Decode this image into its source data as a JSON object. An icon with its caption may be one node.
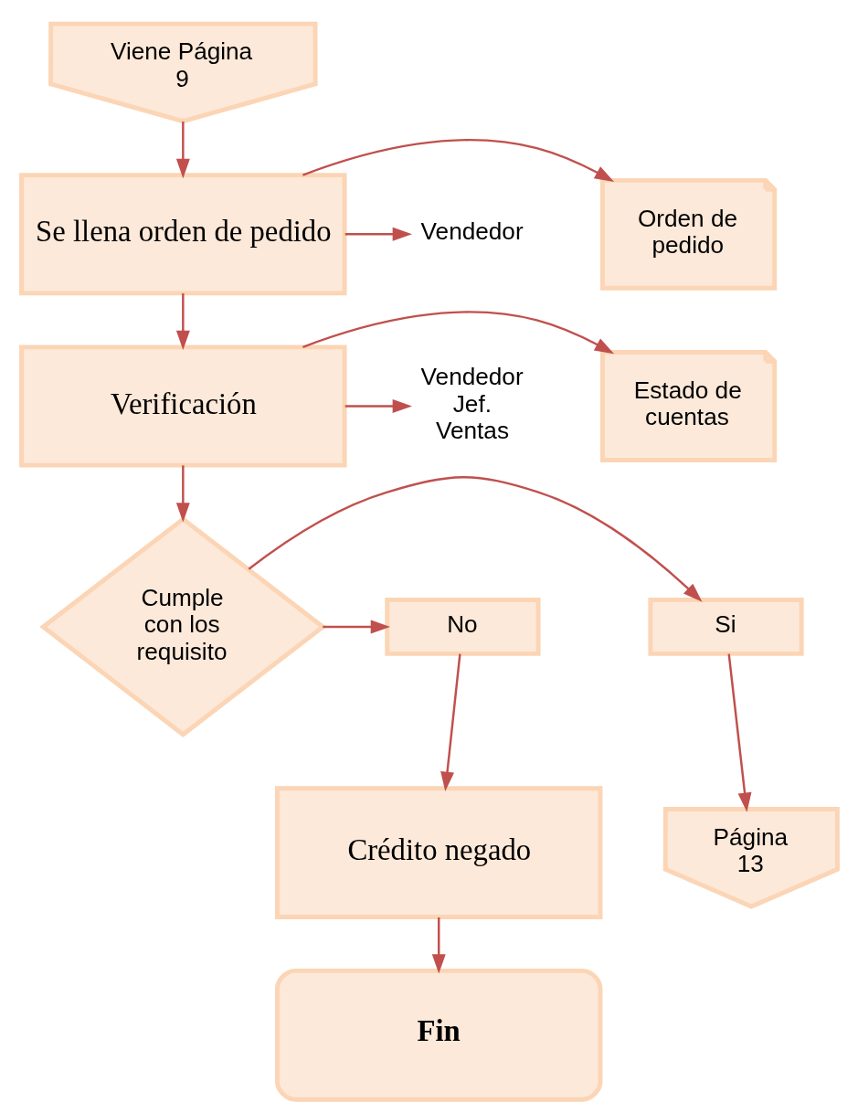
{
  "diagram": {
    "nodes": [
      {
        "text": [
          "Viene Página 9"
        ]
      },
      {
        "text": [
          "Se llena orden de pedido"
        ]
      },
      {
        "text": [
          "Vendedor"
        ]
      },
      {
        "text": [
          "Orden de pedido"
        ]
      },
      {
        "text": [
          "Verificación"
        ]
      },
      {
        "text": [
          "Vendedor Jef. Ventas"
        ]
      },
      {
        "text": [
          "Estado de cuentas"
        ]
      },
      {
        "text": [
          "Cumple con los requisito"
        ]
      },
      {
        "text": [
          "Si"
        ]
      },
      {
        "text": [
          "No"
        ]
      },
      {
        "text": [
          "Página 13"
        ]
      },
      {
        "text": [
          "Crédito negado"
        ]
      },
      {
        "text": [
          "Fin"
        ]
      }
    ],
    "edges": [
      {
        "from": 0,
        "to": 1,
        "arrow": "to"
      },
      {
        "from": 1,
        "to": 2,
        "arrow": "to"
      },
      {
        "from": 1,
        "to": 3,
        "arrow": "to"
      },
      {
        "from": 1,
        "to": 4,
        "arrow": "to"
      },
      {
        "from": 4,
        "to": 5,
        "arrow": "to"
      },
      {
        "from": 4,
        "to": 6,
        "arrow": "to"
      },
      {
        "from": 4,
        "to": 7,
        "arrow": "to"
      },
      {
        "from": 7,
        "to": 8,
        "arrow": "to"
      },
      {
        "from": 7,
        "to": 9,
        "arrow": "to"
      },
      {
        "from": 8,
        "to": 10,
        "arrow": "to"
      },
      {
        "from": 9,
        "to": 11,
        "arrow": "to"
      },
      {
        "from": 11,
        "to": 12,
        "arrow": "to"
      }
    ]
  }
}
